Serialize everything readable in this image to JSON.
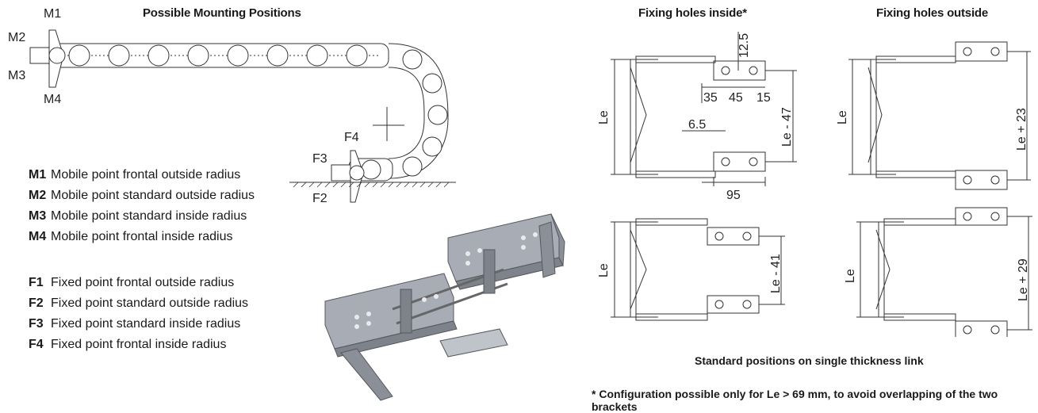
{
  "titles": {
    "mounting": "Possible Mounting Positions",
    "inside": "Fixing holes inside*",
    "outside": "Fixing holes outside"
  },
  "points": {
    "m1": "M1",
    "m2": "M2",
    "m3": "M3",
    "m4": "M4",
    "f1": "F1",
    "f2": "F2",
    "f3": "F3",
    "f4": "F4"
  },
  "legend": [
    {
      "code": "M1",
      "text": "Mobile point frontal outside radius"
    },
    {
      "code": "M2",
      "text": "Mobile point standard outside radius"
    },
    {
      "code": "M3",
      "text": "Mobile point standard inside radius"
    },
    {
      "code": "M4",
      "text": "Mobile point frontal inside radius"
    },
    {
      "code": "F1",
      "text": "Fixed point frontal outside radius"
    },
    {
      "code": "F2",
      "text": "Fixed point standard outside radius"
    },
    {
      "code": "F3",
      "text": "Fixed point standard inside radius"
    },
    {
      "code": "F4",
      "text": "Fixed point frontal inside radius"
    }
  ],
  "dims": {
    "le": "Le",
    "d12_5": "12.5",
    "d35": "35",
    "d45": "45",
    "d15": "15",
    "le_minus_47": "Le - 47",
    "d6_5": "6.5",
    "d95": "95",
    "le_plus_23": "Le + 23",
    "le_minus_41": "Le - 41",
    "le_plus_29": "Le + 29"
  },
  "captions": {
    "standard": "Standard positions on single thickness link",
    "footnote": "* Configuration possible only for Le > 69 mm, to avoid overlapping of the two brackets"
  },
  "colors": {
    "line": "#333333",
    "part": "#9aa0aa",
    "part_dark": "#6f7580"
  }
}
